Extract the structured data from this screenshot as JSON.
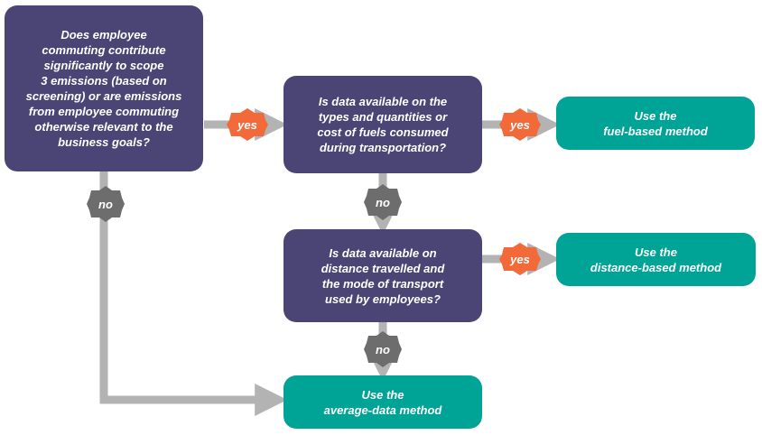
{
  "nodes": {
    "q1": "Does employee\ncommuting contribute\nsignificantly to scope\n3 emissions (based on\nscreening) or are emissions\nfrom employee commuting\notherwise relevant to the\nbusiness goals?",
    "q2": "Is data available on the\ntypes and quantities or\ncost of fuels consumed\nduring transportation?",
    "q3": "Is data available on\ndistance travelled and\nthe mode of transport\nused by employees?",
    "r_fuel": "Use the\nfuel-based method",
    "r_distance": "Use the\ndistance-based method",
    "r_average": "Use  the\naverage-data method"
  },
  "labels": {
    "yes": "yes",
    "no": "no"
  },
  "colors": {
    "question": "#4a4575",
    "result": "#00a496",
    "yes_badge": "#f26a3a",
    "no_badge": "#6d6d6d",
    "connector": "#b3b3b3"
  }
}
